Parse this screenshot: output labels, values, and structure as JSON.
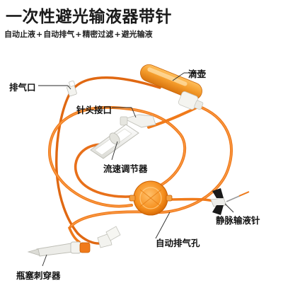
{
  "title": "一次性避光输液器带针",
  "features": [
    "自动止液",
    "自动排气",
    "精密过滤",
    "避光输液"
  ],
  "feature_separator": "+",
  "callouts": {
    "vent_port": "排气口",
    "drip_chamber": "滴壶",
    "needle_connector": "针头接口",
    "flow_regulator": "流速调节器",
    "iv_needle": "静脉输液针",
    "auto_vent_hole": "自动排气孔",
    "bottle_spike": "瓶塞刺穿器"
  },
  "colors": {
    "tubing": "#f07a1a",
    "tubing_dark": "#d85e0a",
    "drip_chamber": "#f39a2a",
    "regulator": "#f0f0ec",
    "filter": "#f6901f",
    "spike": "#e8e8e4",
    "needle_wing": "#1a1a1a"
  },
  "icons": [
    "drip-chamber",
    "filter-disc",
    "roller-clamp",
    "iv-needle",
    "bottle-spike"
  ]
}
